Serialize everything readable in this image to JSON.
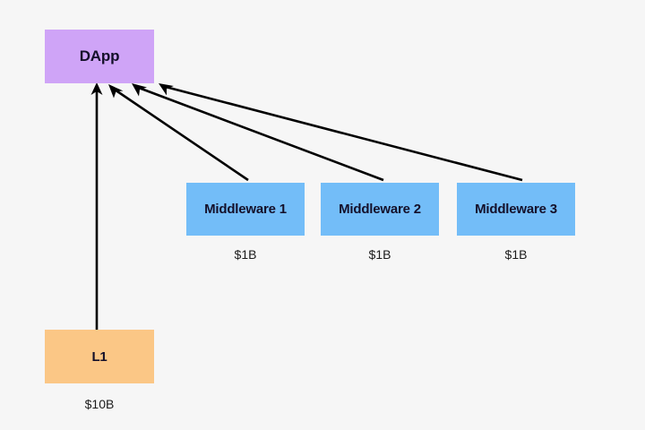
{
  "diagram": {
    "background_color": "#f6f6f6",
    "nodes": {
      "dapp": {
        "label": "DApp",
        "color": "#cfa4f7"
      },
      "l1": {
        "label": "L1",
        "color": "#fbc786",
        "cost": "$10B"
      },
      "middleware": [
        {
          "label": "Middleware 1",
          "color": "#73bdf8",
          "cost": "$1B"
        },
        {
          "label": "Middleware 2",
          "color": "#73bdf8",
          "cost": "$1B"
        },
        {
          "label": "Middleware 3",
          "color": "#73bdf8",
          "cost": "$1B"
        }
      ]
    },
    "edges": [
      {
        "from": "l1",
        "to": "dapp",
        "style": "solid-arrow",
        "color": "#000000"
      },
      {
        "from": "middleware-1",
        "to": "dapp",
        "style": "solid-arrow",
        "color": "#000000"
      },
      {
        "from": "middleware-2",
        "to": "dapp",
        "style": "solid-arrow",
        "color": "#000000"
      },
      {
        "from": "middleware-3",
        "to": "dapp",
        "style": "solid-arrow",
        "color": "#000000"
      }
    ]
  }
}
